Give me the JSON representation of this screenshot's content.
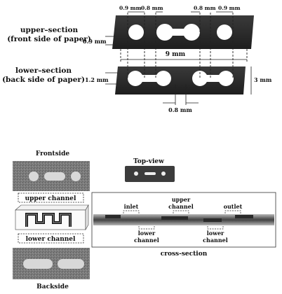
{
  "top": {
    "upper_title_1": "upper–section",
    "upper_title_2": "(front side of paper)",
    "lower_title_1": "lower–section",
    "lower_title_2": "(back side of paper)",
    "dim_09_left": "0.9 mm",
    "dim_08_left": "0.8 mm",
    "dim_08_right": "0.8 mm",
    "dim_09_right": "0.9 mm",
    "dim_09_side": "0.9 mm",
    "dim_9_width": "9 mm",
    "dim_12_side": "1.2 mm",
    "dim_3_height": "3 mm",
    "dim_08_bottom": "0.8 mm"
  },
  "bottom": {
    "frontside": "Frontside",
    "topview": "Top-view",
    "upper_channel": "upper channel",
    "lower_channel": "lower channel",
    "backside": "Backside",
    "inlet": "inlet",
    "upper_channel_cs_1": "upper",
    "upper_channel_cs_2": "channel",
    "outlet": "outlet",
    "lower_channel_cs_l1": "lower",
    "lower_channel_cs_l2": "channel",
    "lower_channel_cs_r1": "lower",
    "lower_channel_cs_r2": "channel",
    "cross_section": "cross-section"
  }
}
